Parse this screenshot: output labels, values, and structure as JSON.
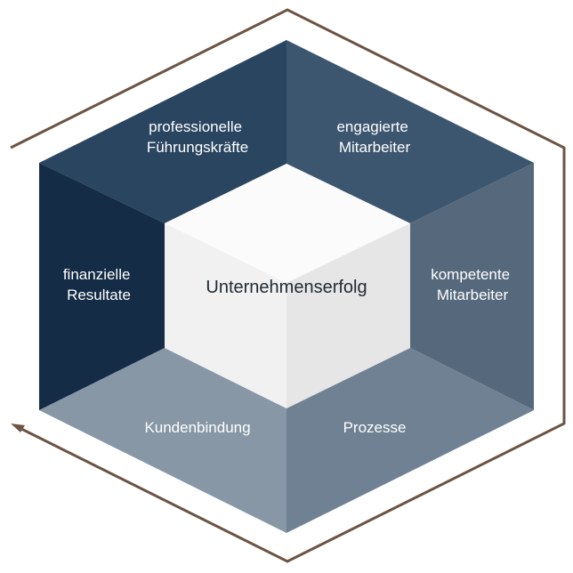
{
  "center": {
    "label": "Unternehmenserfolg"
  },
  "segments": [
    {
      "key": "fuehrung",
      "lines": [
        "professionelle",
        "Führungskräfte"
      ],
      "color": "#2a4560"
    },
    {
      "key": "mitarbeiter",
      "lines": [
        "engagierte",
        "Mitarbeiter"
      ],
      "color": "#3c566f"
    },
    {
      "key": "kompetenz",
      "lines": [
        "kompetente",
        "Mitarbeiter"
      ],
      "color": "#56697c"
    },
    {
      "key": "prozesse",
      "lines": [
        "Prozesse"
      ],
      "color": "#6f8193"
    },
    {
      "key": "kunden",
      "lines": [
        "Kundenbindung"
      ],
      "color": "#8797a6"
    },
    {
      "key": "finanzen",
      "lines": [
        "finanzielle",
        "Resultate"
      ],
      "color": "#142c45"
    }
  ],
  "colors": {
    "outline": "#6b5444",
    "cube_top": "#fbfbfb",
    "cube_left": "#f1f1f1",
    "cube_right": "#e6e6e6"
  }
}
